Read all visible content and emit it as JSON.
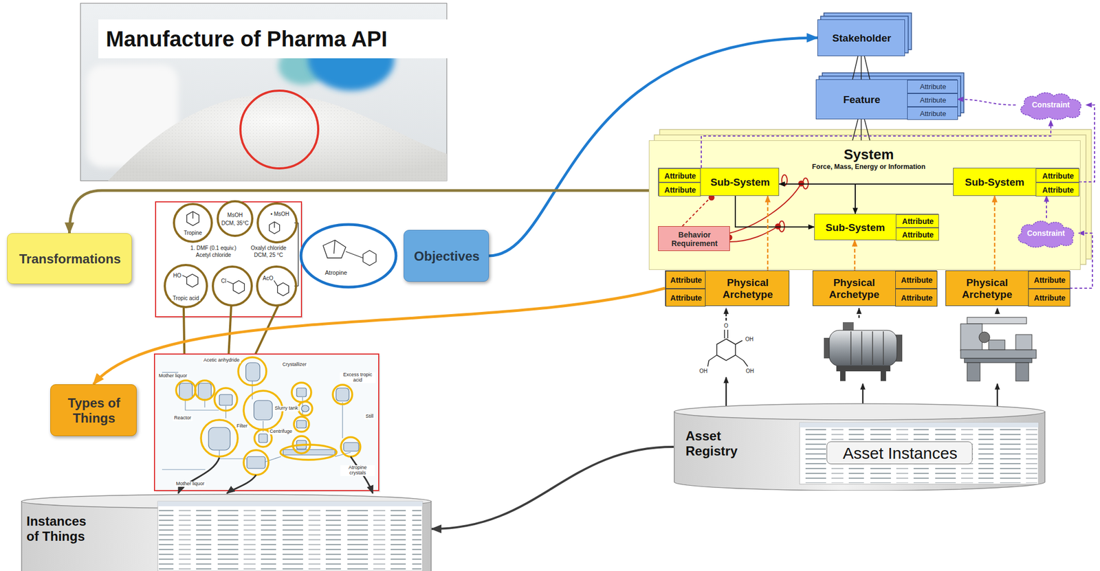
{
  "diagram": {
    "title": "Manufacture of Pharma API",
    "nodes": [
      {
        "text": [
          "Transformations"
        ]
      },
      {
        "text": [
          "Objectives"
        ]
      },
      {
        "text": [
          "Types of Things"
        ]
      },
      {
        "text": [
          "Instances of Things"
        ]
      },
      {
        "text": [
          "Stakeholder"
        ]
      },
      {
        "text": [
          "Feature"
        ]
      },
      {
        "text": [
          "Attribute"
        ],
        "in": 5
      },
      {
        "text": [
          "Attribute"
        ],
        "in": 5
      },
      {
        "text": [
          "Attribute"
        ],
        "in": 5
      },
      {
        "text": [
          "Constraint"
        ]
      },
      {
        "text": [
          "System",
          "Force, Mass, Energy or Information"
        ]
      },
      {
        "text": [
          "Sub-System"
        ],
        "in": 10
      },
      {
        "text": [
          "Attribute"
        ],
        "in": 11
      },
      {
        "text": [
          "Attribute"
        ],
        "in": 11
      },
      {
        "text": [
          "Sub-System"
        ],
        "in": 10
      },
      {
        "text": [
          "Attribute"
        ],
        "in": 14
      },
      {
        "text": [
          "Attribute"
        ],
        "in": 14
      },
      {
        "text": [
          "Sub-System"
        ],
        "in": 10
      },
      {
        "text": [
          "Attribute"
        ],
        "in": 17
      },
      {
        "text": [
          "Attribute"
        ],
        "in": 17
      },
      {
        "text": [
          "Behavior Requirement"
        ],
        "in": 10
      },
      {
        "text": [
          "Constraint"
        ]
      },
      {
        "text": [
          "Physical Archetype"
        ]
      },
      {
        "text": [
          "Attribute"
        ],
        "in": 22
      },
      {
        "text": [
          "Attribute"
        ],
        "in": 22
      },
      {
        "text": [
          "Physical Archetype"
        ]
      },
      {
        "text": [
          "Attribute"
        ],
        "in": 25
      },
      {
        "text": [
          "Attribute"
        ],
        "in": 25
      },
      {
        "text": [
          "Physical Archetype"
        ]
      },
      {
        "text": [
          "Attribute"
        ],
        "in": 28
      },
      {
        "text": [
          "Attribute"
        ],
        "in": 28
      },
      {
        "text": [
          "Asset Registry"
        ]
      },
      {
        "text": [
          "Asset Instances"
        ],
        "in": 31
      }
    ],
    "edges": [
      {
        "from": 1,
        "to": 4,
        "arrow": "to"
      },
      {
        "from": 10,
        "to": 0,
        "arrow": "to"
      },
      {
        "from": 22,
        "to": 2,
        "arrow": "to"
      },
      {
        "from": 31,
        "to": 3,
        "arrow": "to"
      },
      {
        "from": 5,
        "to": 4,
        "arrow": "none"
      },
      {
        "from": 10,
        "to": 5,
        "arrow": "none"
      },
      {
        "from": 14,
        "to": 11,
        "arrow": "to"
      },
      {
        "from": 14,
        "to": 17,
        "arrow": "to"
      },
      {
        "from": 11,
        "to": 17,
        "arrow": "to"
      },
      {
        "from": 22,
        "to": 11,
        "arrow": "to"
      },
      {
        "from": 25,
        "to": 17,
        "arrow": "to"
      },
      {
        "from": 28,
        "to": 14,
        "arrow": "to"
      },
      {
        "from": 9,
        "to": 5,
        "arrow": "to"
      },
      {
        "from": 11,
        "to": 9,
        "arrow": "to"
      },
      {
        "from": 14,
        "to": 9,
        "arrow": "to"
      },
      {
        "from": 28,
        "to": 21,
        "arrow": "to"
      },
      {
        "from": 21,
        "to": 14,
        "arrow": "to"
      },
      {
        "from": 20,
        "to": 11,
        "arrow": "none"
      }
    ],
    "labels": [
      "Tropine",
      "MsOH",
      "DCM, 35°C",
      "• MsOH",
      "1. DMF (0.1 equiv.)",
      "Acetyl chloride",
      "Oxalyl chloride",
      "DCM, 25 °C",
      "HO",
      "Tropic acid",
      "Cl",
      "AcO",
      "Atropine",
      "Mother liquor",
      "Acetic anhydride",
      "Crystallizer",
      "Excess tropic acid",
      "Slurry tank",
      "Filter",
      "Centrifuge",
      "Still",
      "Reactor",
      "Mother liquor",
      "Atropine crystals",
      "O",
      "OH",
      "OH",
      "OH"
    ]
  }
}
